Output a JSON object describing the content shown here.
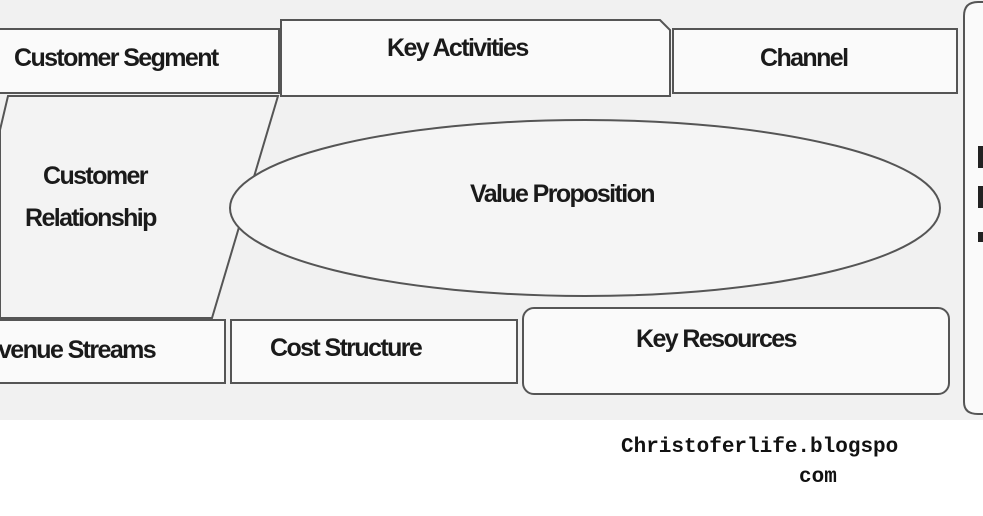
{
  "blocks": {
    "customer_segment": "Customer Segment",
    "key_activities": "Key Activities",
    "channel": "Channel",
    "customer_relationship_line1": "Customer",
    "customer_relationship_line2": "Relationship",
    "value_proposition": "Value Proposition",
    "revenue_streams": "venue Streams",
    "cost_structure": "Cost Structure",
    "key_resources": "Key Resources"
  },
  "watermark": {
    "line1": "Christoferlife.blogspo",
    "line2": "com"
  }
}
